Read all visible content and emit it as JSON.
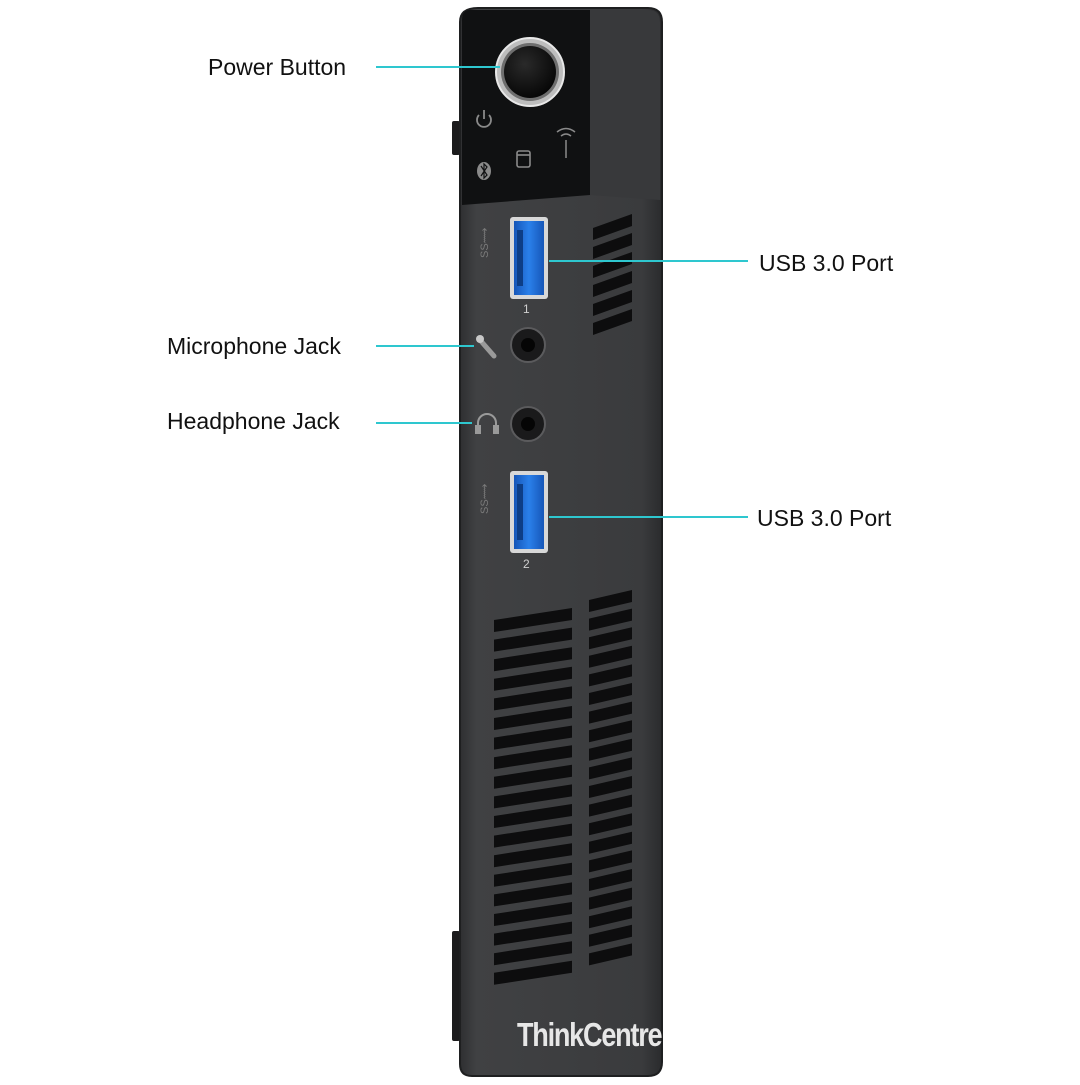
{
  "callouts": {
    "power_button": "Power Button",
    "usb_top": "USB 3.0 Port",
    "microphone": "Microphone Jack",
    "headphone": "Headphone Jack",
    "usb_bottom": "USB 3.0 Port"
  },
  "device": {
    "brand": "ThinkCentre",
    "usb_port_1_number": "1",
    "usb_port_2_number": "2"
  },
  "colors": {
    "leader_line": "#2ec7cf",
    "chassis": "#3d3e40",
    "top_panel": "#111213",
    "usb_blue": "#1f6fd6",
    "brand_text": "#e7e7e7"
  },
  "icons": [
    "power-icon",
    "bluetooth-icon",
    "drive-activity-icon",
    "wireless-icon",
    "superspeed-usb-icon",
    "microphone-icon",
    "headphone-icon"
  ]
}
